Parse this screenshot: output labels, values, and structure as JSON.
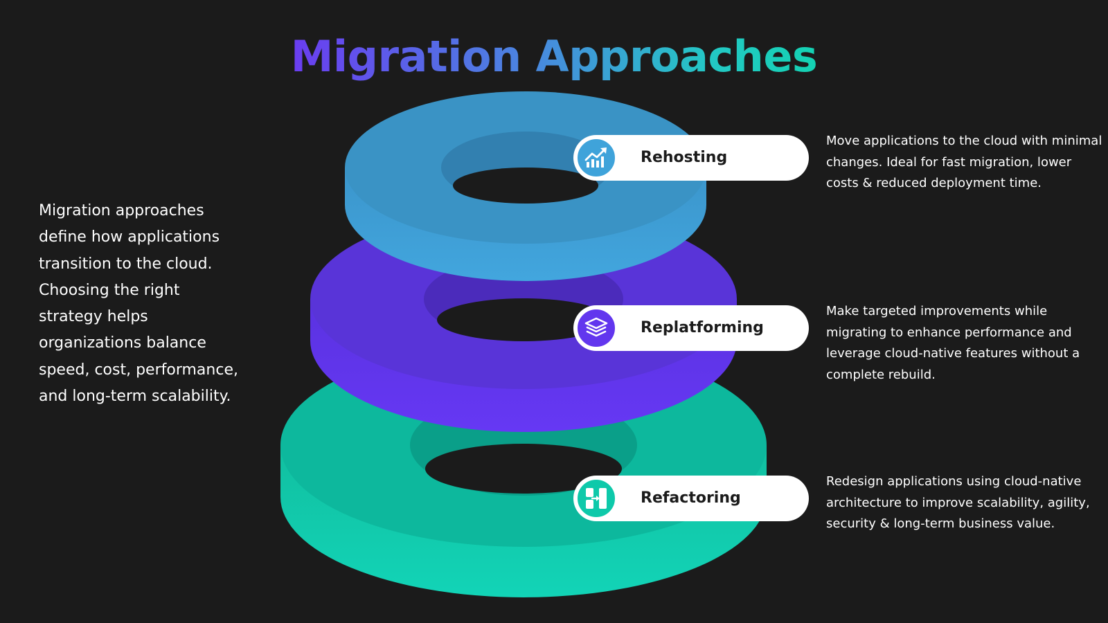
{
  "title": "Migration Approaches",
  "intro": "Migration approaches define how applications transition to the cloud. Choosing the right strategy helps organizations balance speed, cost, performance, and long-term scalability.",
  "approaches": [
    {
      "label": "Rehosting",
      "icon": "chart-growth-icon",
      "color": "#3fa3da",
      "description": "Move applications to the cloud with minimal changes. Ideal for fast migration, lower costs & reduced deployment time."
    },
    {
      "label": "Replatforming",
      "icon": "layers-icon",
      "color": "#6236ee",
      "description": "Make targeted improvements while migrating to enhance performance and leverage cloud-native features without a complete rebuild."
    },
    {
      "label": "Refactoring",
      "icon": "restructure-icon",
      "color": "#0ec9aa",
      "description": "Redesign applications using cloud-native architecture to improve scalability, agility, security & long-term business value."
    }
  ]
}
